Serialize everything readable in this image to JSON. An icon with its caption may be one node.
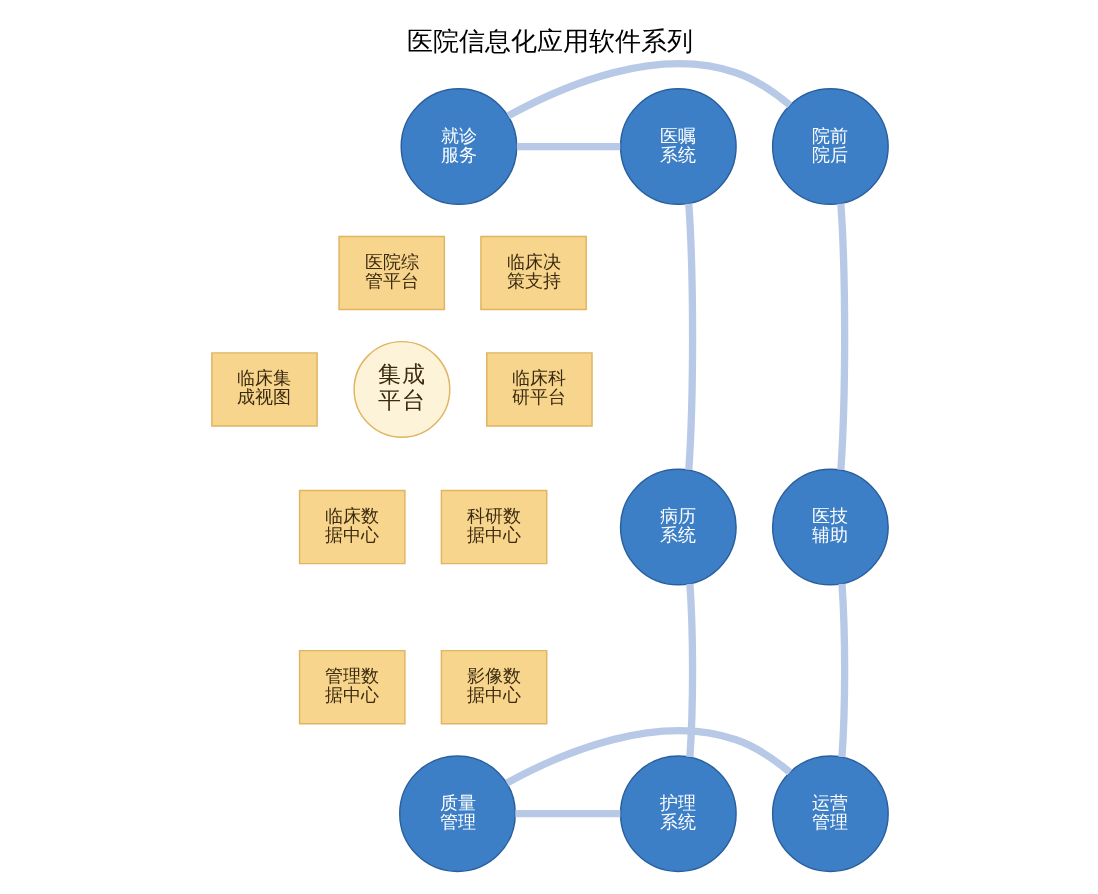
{
  "diagram": {
    "title": "医院信息化应用软件系列",
    "nodes": [
      {
        "text": [
          "医院综管平台"
        ]
      },
      {
        "text": [
          "临床决策支持"
        ]
      },
      {
        "text": [
          "临床集成视图"
        ]
      },
      {
        "text": [
          "临床科研平台"
        ]
      },
      {
        "text": [
          "集成平台"
        ]
      },
      {
        "text": [
          "临床数据中心"
        ]
      },
      {
        "text": [
          "科研数据中心"
        ]
      },
      {
        "text": [
          "管理数据中心"
        ]
      },
      {
        "text": [
          "影像数据中心"
        ]
      },
      {
        "text": [
          "院前院后"
        ]
      },
      {
        "text": [
          "就诊服务"
        ]
      },
      {
        "text": [
          "医嘱系统"
        ]
      },
      {
        "text": [
          "医技辅助"
        ]
      },
      {
        "text": [
          "病历系统"
        ]
      },
      {
        "text": [
          "运营管理"
        ]
      },
      {
        "text": [
          "质量管理"
        ]
      },
      {
        "text": [
          "护理系统"
        ]
      }
    ],
    "edges": [
      {
        "from": 10,
        "to": 11,
        "arrow": "none"
      },
      {
        "from": 11,
        "to": 13,
        "arrow": "none"
      },
      {
        "from": 13,
        "to": 16,
        "arrow": "none"
      },
      {
        "from": 16,
        "to": 15,
        "arrow": "none"
      },
      {
        "from": 15,
        "to": 14,
        "arrow": "none"
      },
      {
        "from": 14,
        "to": 12,
        "arrow": "none"
      },
      {
        "from": 12,
        "to": 9,
        "arrow": "none"
      },
      {
        "from": 9,
        "to": 10,
        "arrow": "none"
      }
    ]
  }
}
